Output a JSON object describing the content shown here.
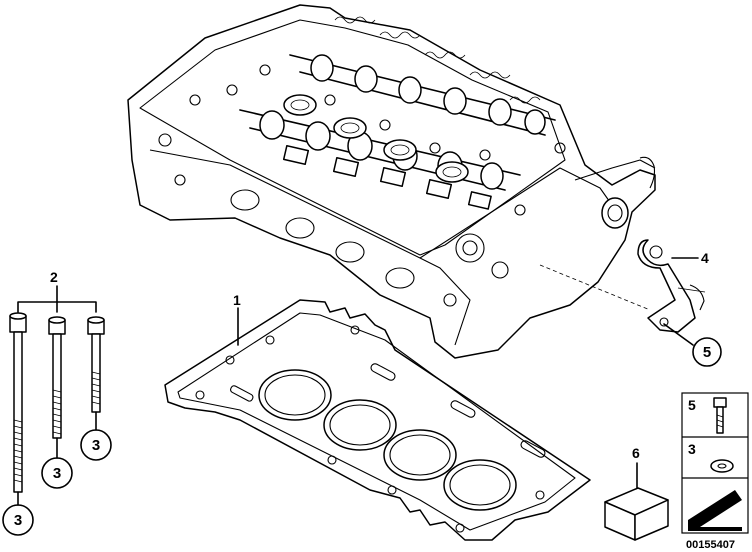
{
  "callouts": {
    "gasket": "1",
    "bolts": "2",
    "washer_bolt_a": "3",
    "washer_bolt_b": "3",
    "washer_bolt_c": "3",
    "bracket": "4",
    "bracket_screw": "5",
    "box": "6"
  },
  "legend": {
    "screw_number": "5",
    "washer_number": "3"
  },
  "doc_number": "00155407"
}
